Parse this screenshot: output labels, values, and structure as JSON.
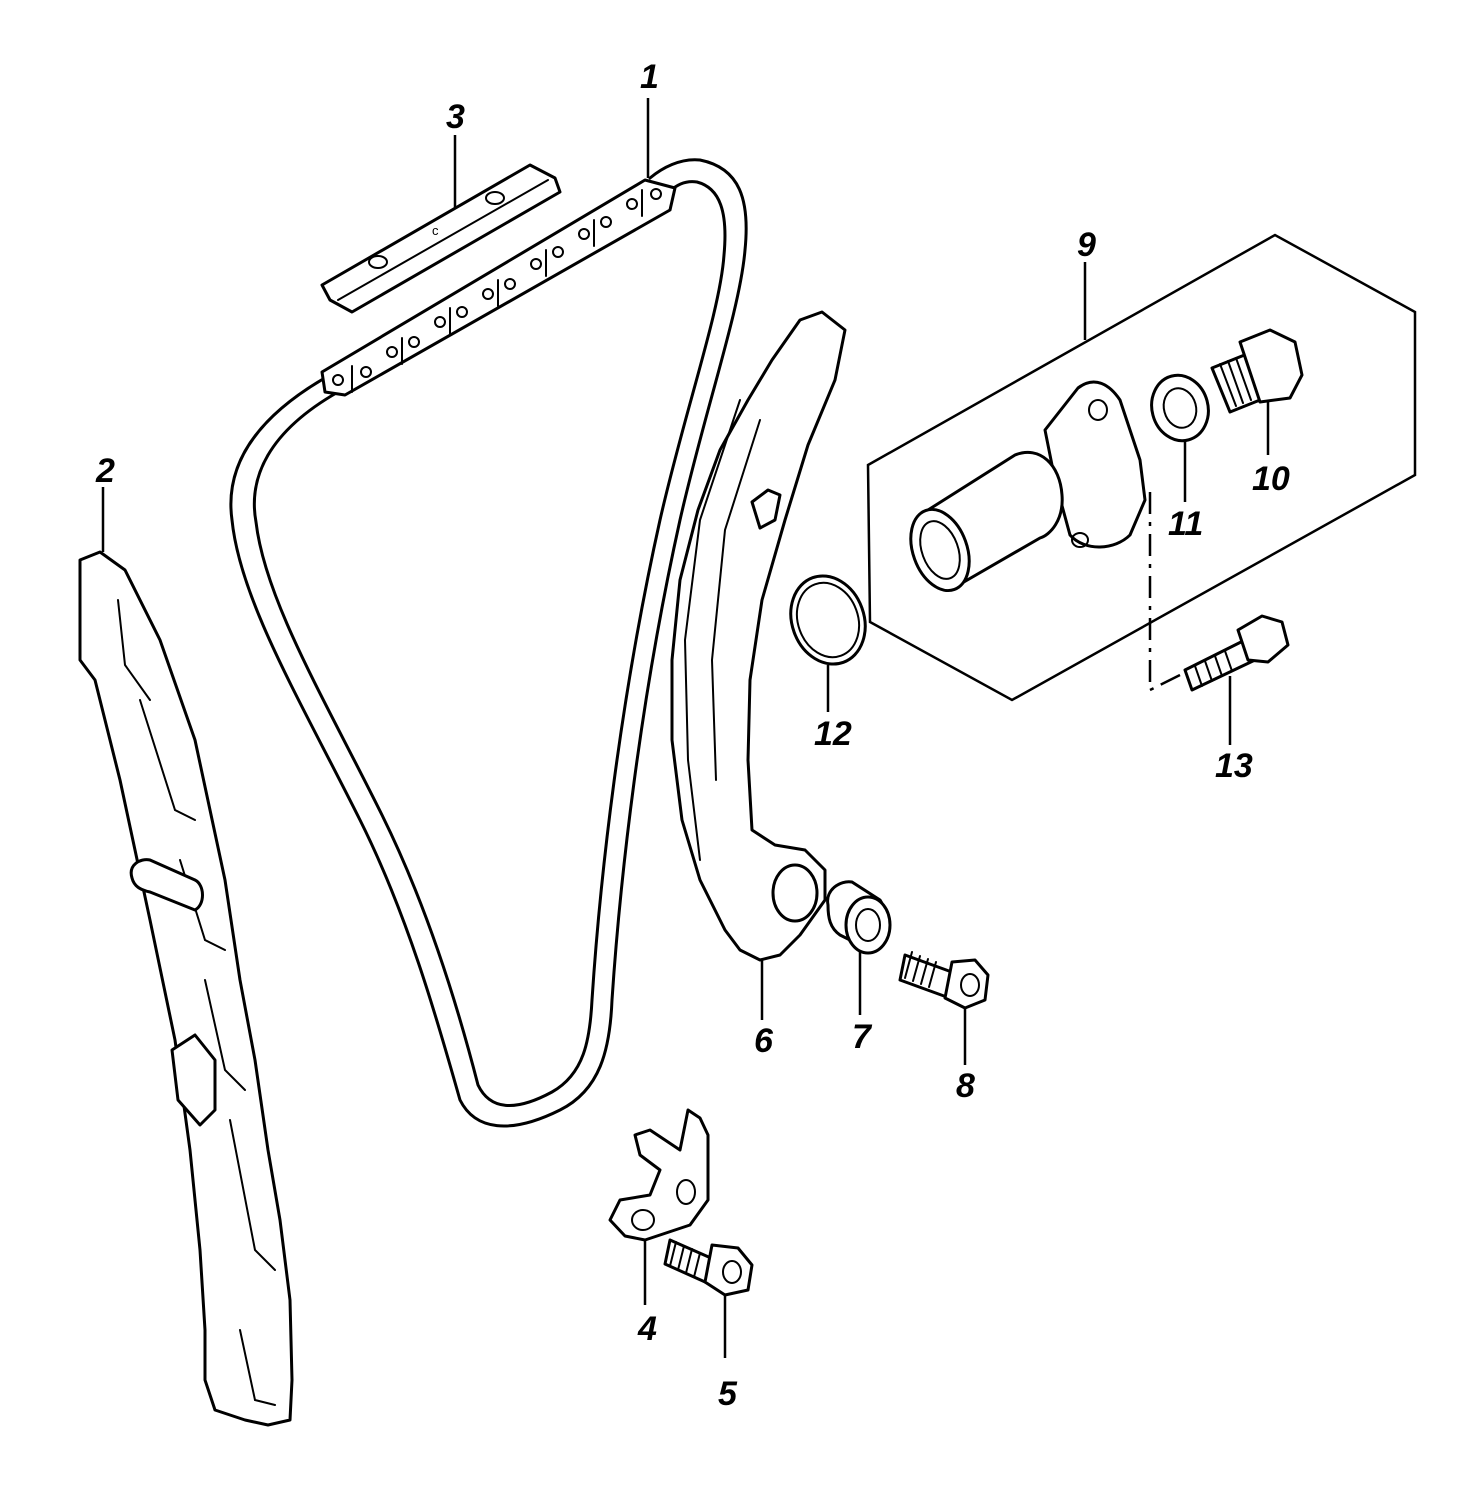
{
  "diagram": {
    "callouts": [
      {
        "id": "chain",
        "label": "1"
      },
      {
        "id": "guide-front",
        "label": "2"
      },
      {
        "id": "guide-top",
        "label": "3"
      },
      {
        "id": "bracket",
        "label": "4"
      },
      {
        "id": "bracket-bolt",
        "label": "5"
      },
      {
        "id": "tensioner-arm",
        "label": "6"
      },
      {
        "id": "collar",
        "label": "7"
      },
      {
        "id": "arm-bolt",
        "label": "8"
      },
      {
        "id": "tensioner-assy",
        "label": "9"
      },
      {
        "id": "tensioner-cap-bolt",
        "label": "10"
      },
      {
        "id": "gasket-washer",
        "label": "11"
      },
      {
        "id": "o-ring",
        "label": "12"
      },
      {
        "id": "tensioner-bolt",
        "label": "13"
      }
    ]
  }
}
